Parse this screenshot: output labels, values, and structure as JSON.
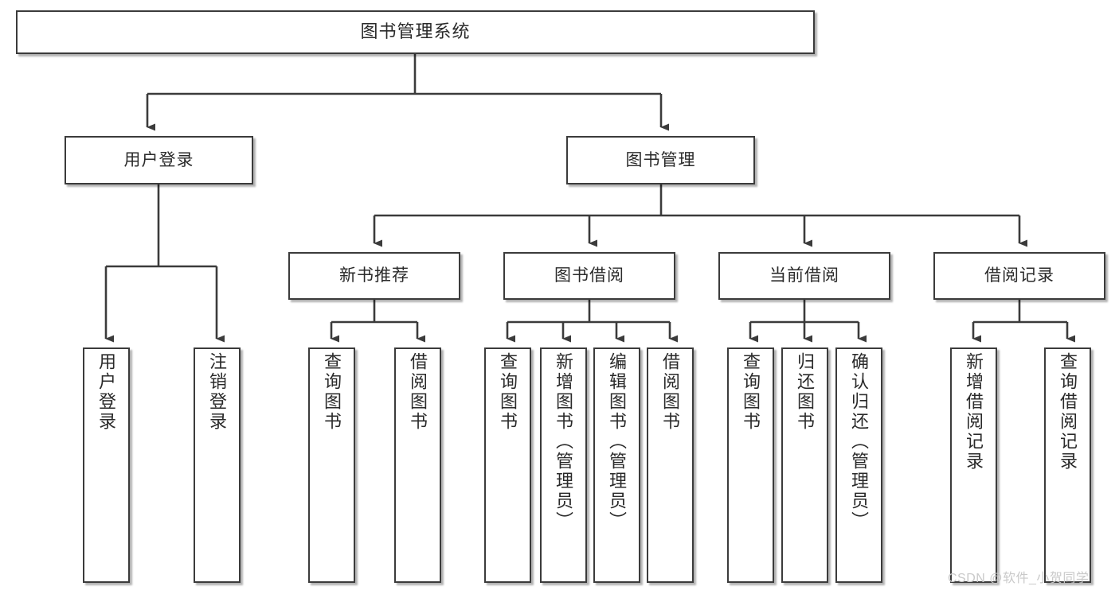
{
  "diagram": {
    "title": "图书管理系统",
    "type": "functional-decomposition-tree",
    "watermark": "CSDN @软件_小贺同学",
    "colors": {
      "border": "#3b3b3b",
      "background": "#ffffff",
      "text": "#2a2a2a",
      "watermark": "#c9c9c9"
    },
    "nodes": {
      "root": {
        "label": "图书管理系统"
      },
      "level2": [
        {
          "id": "user-login",
          "label": "用户登录"
        },
        {
          "id": "book-management",
          "label": "图书管理"
        }
      ],
      "level3": [
        {
          "id": "new-book-recommend",
          "label": "新书推荐"
        },
        {
          "id": "book-borrow",
          "label": "图书借阅"
        },
        {
          "id": "current-borrow",
          "label": "当前借阅"
        },
        {
          "id": "borrow-record",
          "label": "借阅记录"
        }
      ],
      "leaves": {
        "user-login": [
          {
            "id": "leaf-user-login",
            "label": "用户登录"
          },
          {
            "id": "leaf-logout-login",
            "label": "注销登录"
          }
        ],
        "new-book-recommend": [
          {
            "id": "leaf-query-book-1",
            "label": "查询图书"
          },
          {
            "id": "leaf-borrow-book-1",
            "label": "借阅图书"
          }
        ],
        "book-borrow": [
          {
            "id": "leaf-query-book-2",
            "label": "查询图书"
          },
          {
            "id": "leaf-add-book-admin",
            "label": "新增图书（管理员）"
          },
          {
            "id": "leaf-edit-book-admin",
            "label": "编辑图书（管理员）"
          },
          {
            "id": "leaf-borrow-book-2",
            "label": "借阅图书"
          }
        ],
        "current-borrow": [
          {
            "id": "leaf-query-book-3",
            "label": "查询图书"
          },
          {
            "id": "leaf-return-book",
            "label": "归还图书"
          },
          {
            "id": "leaf-confirm-return-admin",
            "label": "确认归还（管理员）"
          }
        ],
        "borrow-record": [
          {
            "id": "leaf-add-borrow-record",
            "label": "新增借阅记录"
          },
          {
            "id": "leaf-query-borrow-record",
            "label": "查询借阅记录"
          }
        ]
      }
    }
  }
}
